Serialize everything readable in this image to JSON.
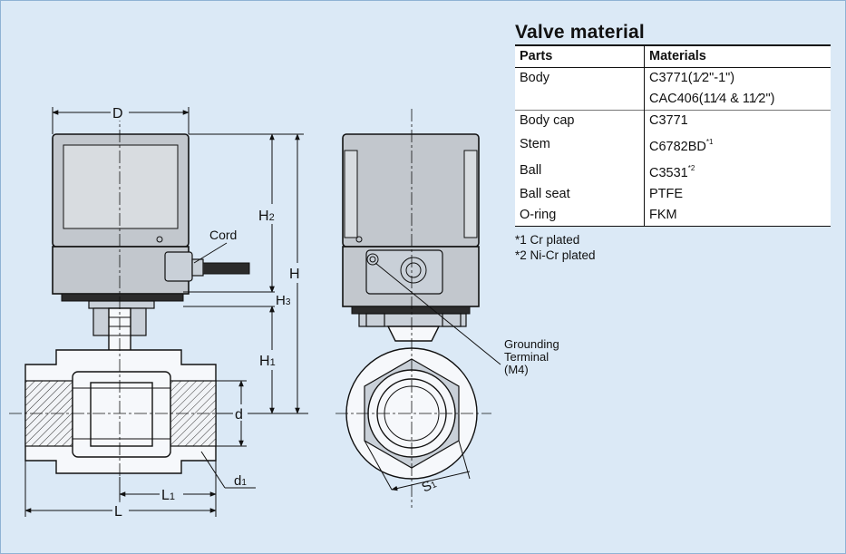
{
  "table": {
    "title": "Valve material",
    "headers": [
      "Parts",
      "Materials"
    ],
    "rows": [
      {
        "part": "Body",
        "material": "C3771(1⁄2\"-1\")",
        "sup": ""
      },
      {
        "part": "",
        "material": "CAC406(11⁄4 & 11⁄2\")",
        "sup": ""
      },
      {
        "part": "Body cap",
        "material": "C3771",
        "sup": ""
      },
      {
        "part": "Stem",
        "material": "C6782BD",
        "sup": "*1"
      },
      {
        "part": "Ball",
        "material": "C3531",
        "sup": "*2"
      },
      {
        "part": "Ball seat",
        "material": "PTFE",
        "sup": ""
      },
      {
        "part": "O-ring",
        "material": "FKM",
        "sup": ""
      }
    ],
    "notes": [
      "*1 Cr plated",
      "*2 Ni-Cr plated"
    ]
  },
  "labels": {
    "D": "D",
    "H2": "H",
    "H2_sub": "2",
    "H": "H",
    "H3": "H",
    "H3_sub": "3",
    "H1": "H",
    "H1_sub": "1",
    "d": "d",
    "d1": "d",
    "d1_sub": "1",
    "L1": "L",
    "L1_sub": "1",
    "L": "L",
    "cord": "Cord",
    "s1": "S",
    "s1_sub": "1",
    "grounding": [
      "Grounding",
      "Terminal",
      "(M4)"
    ]
  }
}
